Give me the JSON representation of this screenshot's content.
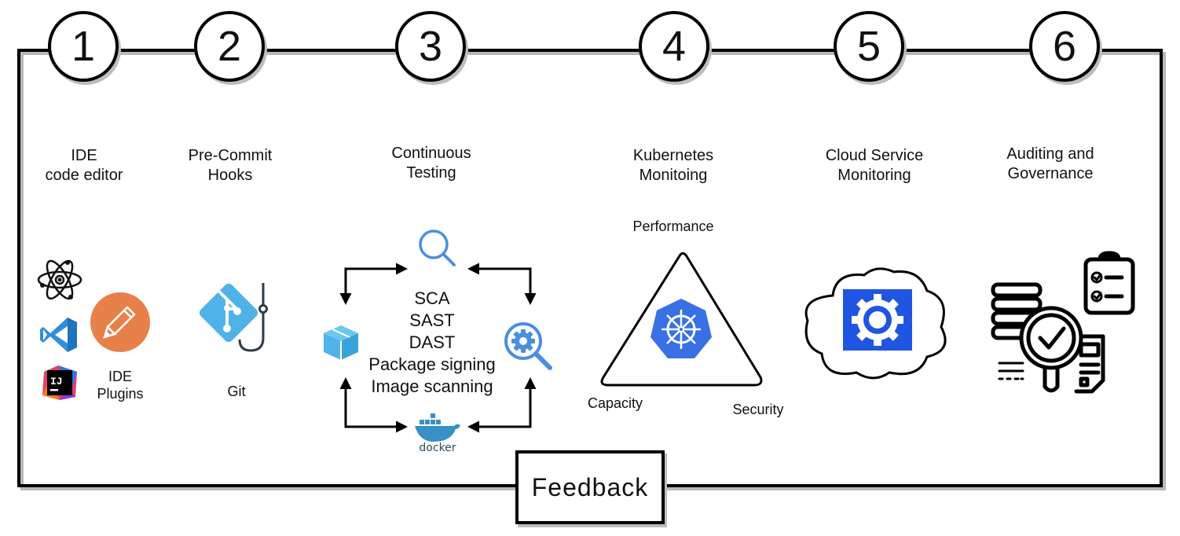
{
  "steps": [
    {
      "number": "1",
      "title_line1": "IDE",
      "title_line2": "code editor"
    },
    {
      "number": "2",
      "title_line1": "Pre-Commit",
      "title_line2": "Hooks"
    },
    {
      "number": "3",
      "title_line1": "Continuous",
      "title_line2": "Testing"
    },
    {
      "number": "4",
      "title_line1": "Kubernetes",
      "title_line2": "Monitoing"
    },
    {
      "number": "5",
      "title_line1": "Cloud Service",
      "title_line2": "Monitoring"
    },
    {
      "number": "6",
      "title_line1": "Auditing and",
      "title_line2": "Governance"
    }
  ],
  "ide": {
    "icons": [
      "atom-icon",
      "vscode-icon",
      "intellij-icon",
      "pencil-icon"
    ],
    "plugins_line1": "IDE",
    "plugins_line2": "Plugins",
    "intellij_badge": "IJ"
  },
  "precommit": {
    "label": "Git"
  },
  "testing": {
    "items": [
      "SCA",
      "SAST",
      "DAST",
      "Package signing",
      "Image scanning"
    ],
    "docker_label": "docker"
  },
  "kubernetes": {
    "top": "Performance",
    "left": "Capacity",
    "right": "Security"
  },
  "feedback": {
    "label": "Feedback"
  },
  "colors": {
    "accent_blue": "#4a8fe0",
    "light_blue": "#4fb3e8",
    "k8s_blue": "#3970e4",
    "cloud_gear_blue": "#1f55e0",
    "pencil_orange": "#e8804a"
  }
}
